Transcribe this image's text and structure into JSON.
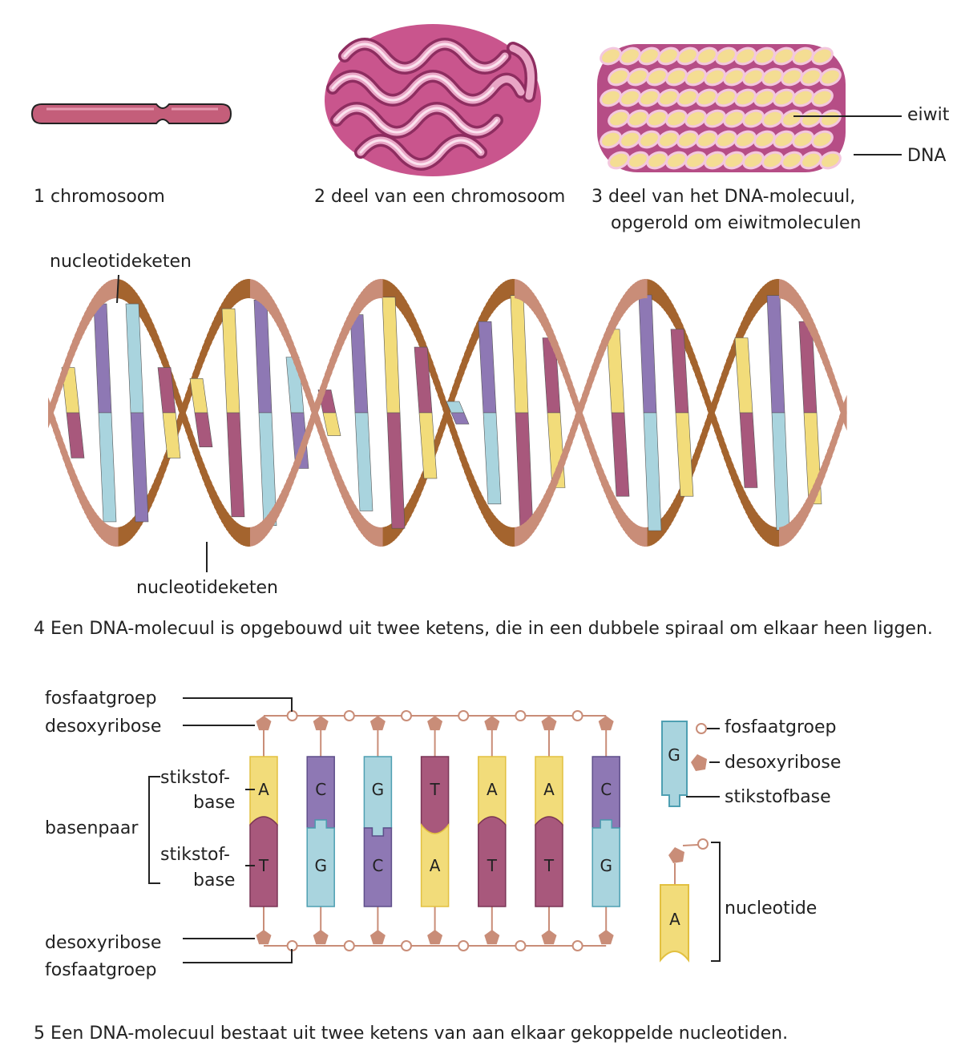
{
  "figure1": {
    "caption": "1 chromosoom"
  },
  "figure2": {
    "caption": "2 deel van een chromosoom"
  },
  "figure3": {
    "caption_line1": "3 deel van het DNA-molecuul,",
    "caption_line2": "opgerold om eiwitmoleculen",
    "label_protein": "eiwit",
    "label_dna": "DNA"
  },
  "figure4": {
    "label_top": "nucleotideketen",
    "label_bottom": "nucleotideketen",
    "caption": "4 Een DNA-molecuul is opgebouwd uit twee ketens, die in een dubbele spiraal om elkaar heen liggen."
  },
  "figure5": {
    "left_labels": {
      "phosphate_top": "fosfaatgroep",
      "sugar_top": "desoxyribose",
      "base_top_1": "stikstof-",
      "base_top_2": "base",
      "base_pair": "basenpaar",
      "base_bottom_1": "stikstof-",
      "base_bottom_2": "base",
      "sugar_bottom": "desoxyribose",
      "phosphate_bottom": "fosfaatgroep"
    },
    "pairs": [
      {
        "top": "A",
        "bottom": "T"
      },
      {
        "top": "C",
        "bottom": "G"
      },
      {
        "top": "G",
        "bottom": "C"
      },
      {
        "top": "T",
        "bottom": "A"
      },
      {
        "top": "A",
        "bottom": "T"
      },
      {
        "top": "A",
        "bottom": "T"
      },
      {
        "top": "C",
        "bottom": "G"
      }
    ],
    "legend": {
      "nucleotide_letter": "G",
      "phosphate": "fosfaatgroep",
      "sugar": "desoxyribose",
      "base": "stikstofbase",
      "nucleotide_example_letter": "A",
      "nucleotide": "nucleotide"
    },
    "caption": "5 Een DNA-molecuul bestaat uit twee ketens van aan elkaar gekoppelde nucleotiden."
  },
  "colors": {
    "A": "#f2dc7a",
    "T": "#a8587c",
    "C": "#8e78b4",
    "G": "#a9d4de",
    "backbone": "#c98d78",
    "backbone_dark": "#a4642e",
    "chromosome": "#c45e7a"
  }
}
